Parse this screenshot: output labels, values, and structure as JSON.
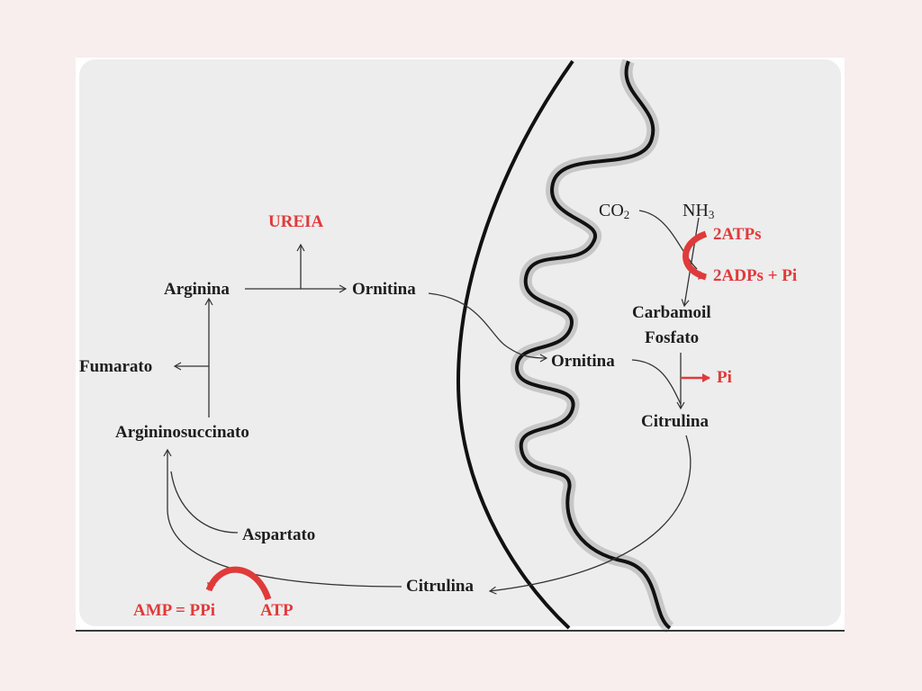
{
  "labels": {
    "ureia": "UREIA",
    "arginina": "Arginina",
    "ornitina_cyto": "Ornitina",
    "fumarato": "Fumarato",
    "argininosuccinato": "Argininosuccinato",
    "aspartato": "Aspartato",
    "citrulina_cyto": "Citrulina",
    "amp_ppi": "AMP = PPi",
    "atp": "ATP",
    "co2": "CO",
    "co2_sub": "2",
    "nh3": "NH",
    "nh3_sub": "3",
    "atps": "2ATPs",
    "adps": "2ADPs + Pi",
    "carbamoil": "Carbamoil",
    "fosfato": "Fosfato",
    "ornitina_mito": "Ornitina",
    "pi": "Pi",
    "citrulina_mito": "Citrulina"
  },
  "colors": {
    "text": "#1e1e1e",
    "accent_red": "#e03a3a",
    "panel": "#ededed",
    "background": "#f8eeee"
  }
}
